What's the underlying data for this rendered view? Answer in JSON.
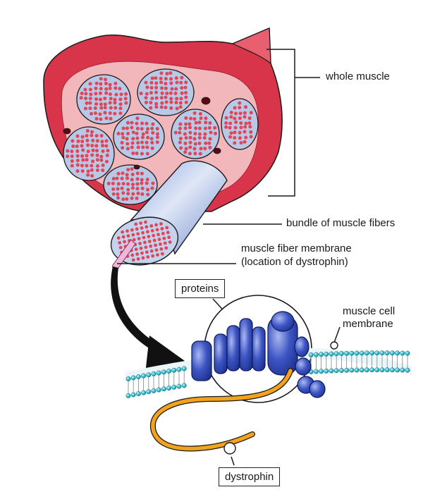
{
  "labels": {
    "whole_muscle": "whole muscle",
    "bundle": "bundle of muscle fibers",
    "fiber_membrane_line1": "muscle fiber membrane",
    "fiber_membrane_line2": "(location of dystrophin)",
    "proteins": "proteins",
    "cell_membrane_line1": "muscle cell",
    "cell_membrane_line2": "membrane",
    "dystrophin": "dystrophin"
  },
  "colors": {
    "muscle_red": "#d9354a",
    "muscle_pink": "#f2b7bb",
    "fascicle_blue": "#b9c8e6",
    "fiber_red": "#e04655",
    "protein_blue": "#2f47b5",
    "membrane_teal": "#22b3c8",
    "dystrophin_orange": "#f3a21c",
    "outline": "#1a1a1a"
  }
}
